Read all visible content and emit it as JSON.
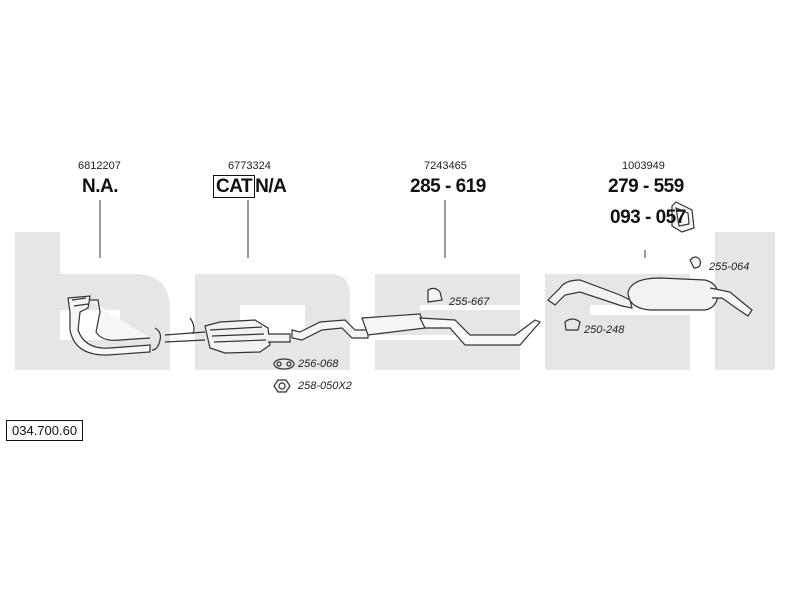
{
  "columns": [
    {
      "oem": "6812207",
      "code": "N.A."
    },
    {
      "oem": "6773324",
      "code_boxed": "CAT",
      "code_suffix": "N/A"
    },
    {
      "oem": "7243465",
      "code": "285 - 619"
    },
    {
      "oem": "1003949",
      "code": "279 - 559",
      "code2": "093 - 057"
    }
  ],
  "parts": [
    {
      "code": "255-667"
    },
    {
      "code": "255-064"
    },
    {
      "code": "250-248"
    },
    {
      "code": "256-068"
    },
    {
      "code": "258-050X2"
    }
  ],
  "document_number": "034.700.60",
  "colors": {
    "watermark": "#e6e6e6",
    "line": "#333333",
    "fill": "#f2f2f2"
  }
}
